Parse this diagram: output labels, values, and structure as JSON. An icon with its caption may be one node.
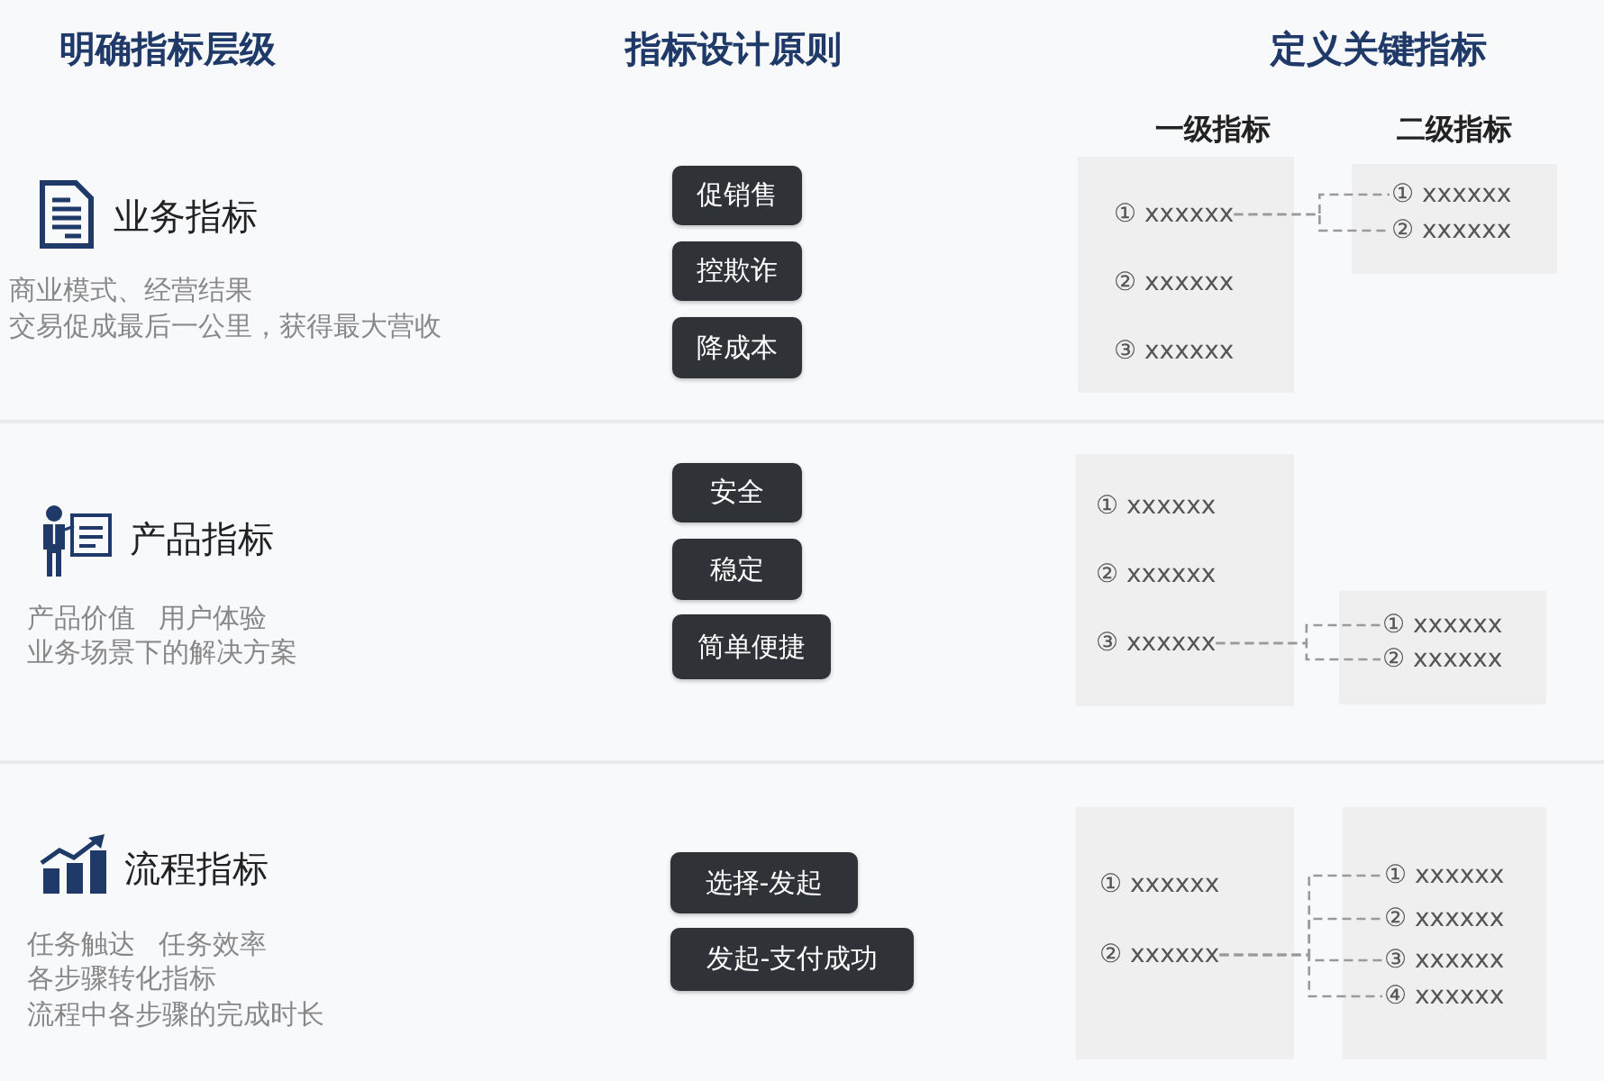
{
  "diagram": {
    "nodes": [
      {
        "text": [
          "促销售"
        ]
      },
      {
        "text": [
          "控欺诈"
        ]
      },
      {
        "text": [
          "降成本"
        ]
      },
      {
        "text": [],
        "shape": "box"
      },
      {
        "text": [
          "① xxxxxx"
        ],
        "in": 3
      },
      {
        "text": [
          "② xxxxxx"
        ],
        "in": 3
      },
      {
        "text": [
          "③ xxxxxx"
        ],
        "in": 3
      },
      {
        "text": [],
        "shape": "box"
      },
      {
        "text": [
          "① xxxxxx"
        ],
        "in": 7
      },
      {
        "text": [
          "② xxxxxx"
        ],
        "in": 7
      },
      {
        "text": [
          "安全"
        ]
      },
      {
        "text": [
          "稳定"
        ]
      },
      {
        "text": [
          "简单便捷"
        ]
      },
      {
        "text": [],
        "shape": "box"
      },
      {
        "text": [
          "① xxxxxx"
        ],
        "in": 13
      },
      {
        "text": [
          "② xxxxxx"
        ],
        "in": 13
      },
      {
        "text": [
          "③ xxxxxx"
        ],
        "in": 13
      },
      {
        "text": [],
        "shape": "box"
      },
      {
        "text": [
          "① xxxxxx"
        ],
        "in": 17
      },
      {
        "text": [
          "② xxxxxx"
        ],
        "in": 17
      },
      {
        "text": [
          "选择-发起"
        ]
      },
      {
        "text": [
          "发起-支付成功"
        ]
      },
      {
        "text": [],
        "shape": "box"
      },
      {
        "text": [
          "① xxxxxx"
        ],
        "in": 22
      },
      {
        "text": [
          "② xxxxxx"
        ],
        "in": 22
      },
      {
        "text": [],
        "shape": "box"
      },
      {
        "text": [
          "① xxxxxx"
        ],
        "in": 25
      },
      {
        "text": [
          "② xxxxxx"
        ],
        "in": 25
      },
      {
        "text": [
          "③ xxxxxx"
        ],
        "in": 25
      },
      {
        "text": [
          "④ xxxxxx"
        ],
        "in": 25
      }
    ],
    "edges": [
      {
        "from": 4,
        "to": 8,
        "arrow": "none",
        "style": "dashed"
      },
      {
        "from": 4,
        "to": 9,
        "arrow": "none",
        "style": "dashed"
      },
      {
        "from": 16,
        "to": 18,
        "arrow": "none",
        "style": "dashed"
      },
      {
        "from": 16,
        "to": 19,
        "arrow": "none",
        "style": "dashed"
      },
      {
        "from": 24,
        "to": 26,
        "arrow": "none",
        "style": "dashed"
      },
      {
        "from": 24,
        "to": 27,
        "arrow": "none",
        "style": "dashed"
      },
      {
        "from": 24,
        "to": 28,
        "arrow": "none",
        "style": "dashed"
      },
      {
        "from": 24,
        "to": 29,
        "arrow": "none",
        "style": "dashed"
      }
    ],
    "labels": [
      "明确指标层级",
      "指标设计原则",
      "定义关键指标",
      "一级指标",
      "二级指标",
      "业务指标",
      "商业模式、经营结果",
      "交易促成最后一公里，获得最大营收",
      "产品指标",
      "产品价值 用户体验",
      "业务场景下的解决方案",
      "流程指标",
      "任务触达 任务效率",
      "各步骤转化指标",
      "流程中各步骤的完成时长"
    ]
  }
}
